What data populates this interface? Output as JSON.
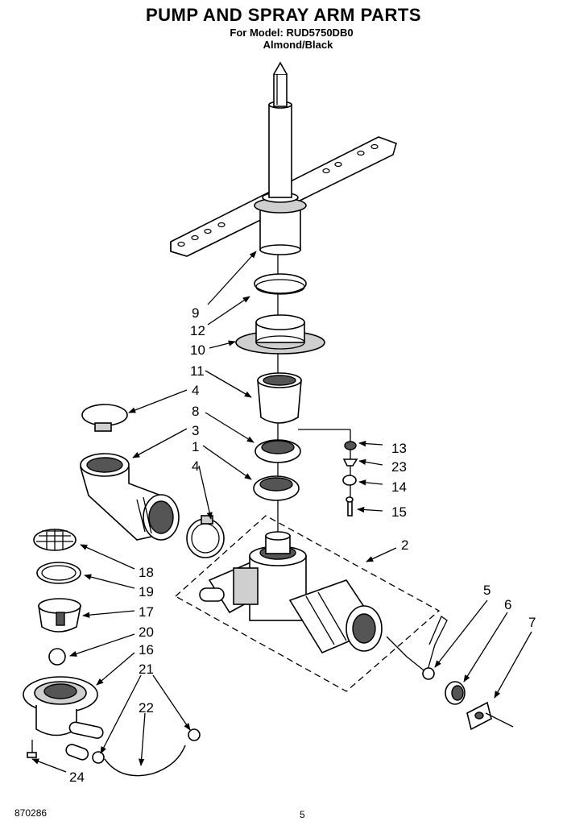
{
  "header": {
    "title": "PUMP AND SPRAY ARM PARTS",
    "model_line": "For Model: RUD5750DB0",
    "color_line": "Almond/Black"
  },
  "callouts": [
    "9",
    "12",
    "10",
    "11",
    "4",
    "8",
    "3",
    "1",
    "4",
    "13",
    "23",
    "14",
    "15",
    "2",
    "18",
    "19",
    "17",
    "20",
    "16",
    "21",
    "22",
    "5",
    "6",
    "7",
    "24"
  ],
  "footer": {
    "doc_number": "870286",
    "page": "5"
  }
}
